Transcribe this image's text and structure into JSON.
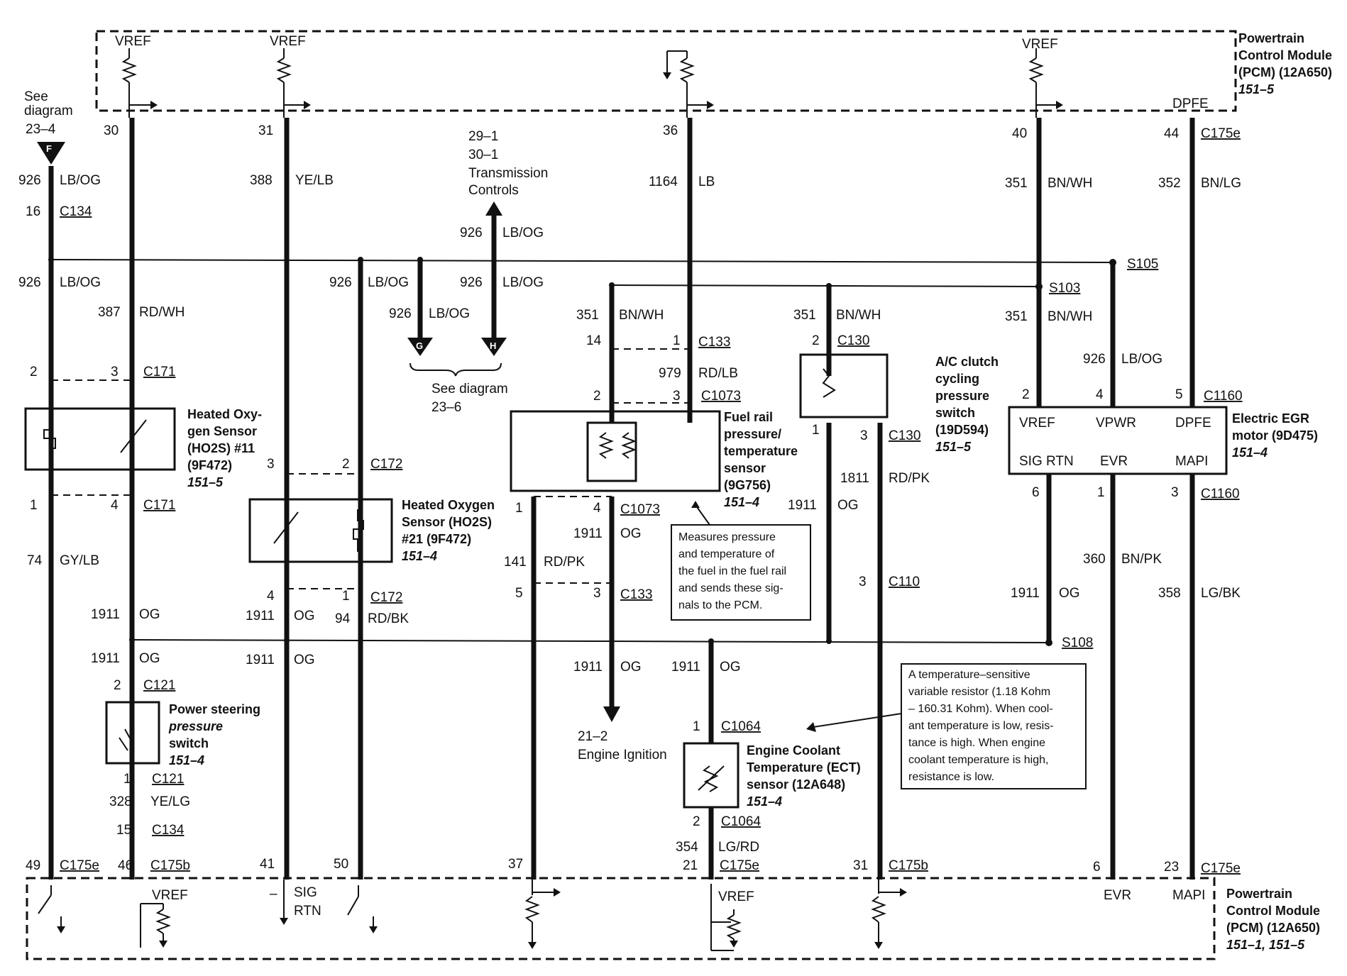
{
  "pcm_top": {
    "title": [
      "Powertrain",
      "Control Module",
      "(PCM) (12A650)"
    ],
    "ref": "151–5",
    "vref": "VREF",
    "dpfe": "DPFE"
  },
  "pcm_bottom": {
    "title": [
      "Powertrain",
      "Control Module",
      "(PCM) (12A650)"
    ],
    "ref": "151–1, 151–5",
    "vref": "VREF",
    "sig": "SIG",
    "rtn": "RTN",
    "dash": "–",
    "evr": "EVR",
    "mapi": "MAPI"
  },
  "see_diagram_f": {
    "lines": [
      "See",
      "diagram",
      "23–4"
    ],
    "letter": "F"
  },
  "transmission_ref": [
    "29–1",
    "30–1",
    "Transmission",
    "Controls"
  ],
  "see_diagram_gh": {
    "lines": [
      "See diagram",
      "23–6"
    ],
    "letters": [
      "G",
      "H"
    ]
  },
  "engine_ignition": [
    "21–2",
    "Engine Ignition"
  ],
  "components": {
    "ho2s11": {
      "lines": [
        "Heated Oxy-",
        "gen Sensor",
        "(HO2S) #11",
        "(9F472)"
      ],
      "ref": "151–5"
    },
    "ho2s21": {
      "lines": [
        "Heated Oxygen",
        "Sensor (HO2S)",
        "#21 (9F472)"
      ],
      "ref": "151–4"
    },
    "ps_switch": {
      "lines": [
        "Power steering",
        "pressure",
        "switch"
      ],
      "ref": "151–4"
    },
    "fuel_rail": {
      "lines": [
        "Fuel rail",
        "pressure/",
        "temperature",
        "sensor",
        "(9G756)"
      ],
      "ref": "151–4"
    },
    "ac_clutch": {
      "lines": [
        "A/C clutch",
        "cycling",
        "pressure",
        "switch",
        "(19D594)"
      ],
      "ref": "151–5"
    },
    "egr": {
      "lines": [
        "Electric EGR",
        "motor (9D475)"
      ],
      "ref": "151–4",
      "pins": [
        "VREF",
        "VPWR",
        "DPFE",
        "SIG RTN",
        "EVR",
        "MAPI"
      ]
    },
    "ect": {
      "lines": [
        "Engine Coolant",
        "Temperature (ECT)",
        "sensor (12A648)"
      ],
      "ref": "151–4"
    }
  },
  "notes": {
    "fuel_rail": [
      "Measures pressure",
      "and temperature of",
      "the fuel in the fuel rail",
      "and sends these sig-",
      "nals to the PCM."
    ],
    "ect": [
      "A temperature–sensitive",
      "variable resistor (1.18 Kohm",
      "– 160.31 Kohm). When cool-",
      "ant temperature is low, resis-",
      "tance is high. When engine",
      "coolant temperature is high,",
      "resistance is low."
    ]
  },
  "splices": [
    "S105",
    "S103",
    "S108"
  ],
  "labels": [
    {
      "t": "30"
    },
    {
      "t": "31"
    },
    {
      "t": "36"
    },
    {
      "t": "40"
    },
    {
      "t": "44"
    },
    {
      "t": "C175e"
    },
    {
      "t": "926"
    },
    {
      "t": "LB/OG"
    },
    {
      "t": "16"
    },
    {
      "t": "C134"
    },
    {
      "t": "388"
    },
    {
      "t": "YE/LB"
    },
    {
      "t": "1164"
    },
    {
      "t": "LB"
    },
    {
      "t": "351"
    },
    {
      "t": "BN/WH"
    },
    {
      "t": "352"
    },
    {
      "t": "BN/LG"
    },
    {
      "t": "926"
    },
    {
      "t": "LB/OG"
    },
    {
      "t": "926"
    },
    {
      "t": "LB/OG"
    },
    {
      "t": "926"
    },
    {
      "t": "LB/OG"
    },
    {
      "t": "926"
    },
    {
      "t": "LB/OG"
    },
    {
      "t": "387"
    },
    {
      "t": "RD/WH"
    },
    {
      "t": "926"
    },
    {
      "t": "LB/OG"
    },
    {
      "t": "351"
    },
    {
      "t": "BN/WH"
    },
    {
      "t": "351"
    },
    {
      "t": "BN/WH"
    },
    {
      "t": "351"
    },
    {
      "t": "BN/WH"
    },
    {
      "t": "14"
    },
    {
      "t": "1"
    },
    {
      "t": "C133"
    },
    {
      "t": "2"
    },
    {
      "t": "C130"
    },
    {
      "t": "926"
    },
    {
      "t": "LB/OG"
    },
    {
      "t": "2"
    },
    {
      "t": "3"
    },
    {
      "t": "C171"
    },
    {
      "t": "979"
    },
    {
      "t": "RD/LB"
    },
    {
      "t": "2"
    },
    {
      "t": "3"
    },
    {
      "t": "C1073"
    },
    {
      "t": "2"
    },
    {
      "t": "4"
    },
    {
      "t": "5"
    },
    {
      "t": "C1160"
    },
    {
      "t": "3"
    },
    {
      "t": "2"
    },
    {
      "t": "C172"
    },
    {
      "t": "1"
    },
    {
      "t": "3"
    },
    {
      "t": "C130"
    },
    {
      "t": "1811"
    },
    {
      "t": "RD/PK"
    },
    {
      "t": "1"
    },
    {
      "t": "4"
    },
    {
      "t": "C171"
    },
    {
      "t": "1"
    },
    {
      "t": "4"
    },
    {
      "t": "C1073"
    },
    {
      "t": "1911"
    },
    {
      "t": "OG"
    },
    {
      "t": "1911"
    },
    {
      "t": "OG"
    },
    {
      "t": "6"
    },
    {
      "t": "1"
    },
    {
      "t": "3"
    },
    {
      "t": "C1160"
    },
    {
      "t": "74"
    },
    {
      "t": "GY/LB"
    },
    {
      "t": "141"
    },
    {
      "t": "RD/PK"
    },
    {
      "t": "360"
    },
    {
      "t": "BN/PK"
    },
    {
      "t": "4"
    },
    {
      "t": "1"
    },
    {
      "t": "C172"
    },
    {
      "t": "5"
    },
    {
      "t": "3"
    },
    {
      "t": "C133"
    },
    {
      "t": "3"
    },
    {
      "t": "C110"
    },
    {
      "t": "1911"
    },
    {
      "t": "OG"
    },
    {
      "t": "1911"
    },
    {
      "t": "OG"
    },
    {
      "t": "94"
    },
    {
      "t": "RD/BK"
    },
    {
      "t": "1911"
    },
    {
      "t": "OG"
    },
    {
      "t": "358"
    },
    {
      "t": "LG/BK"
    },
    {
      "t": "1911"
    },
    {
      "t": "OG"
    },
    {
      "t": "1911"
    },
    {
      "t": "OG"
    },
    {
      "t": "1911"
    },
    {
      "t": "OG"
    },
    {
      "t": "1911"
    },
    {
      "t": "OG"
    },
    {
      "t": "2"
    },
    {
      "t": "C121"
    },
    {
      "t": "1"
    },
    {
      "t": "C1064"
    },
    {
      "t": "1"
    },
    {
      "t": "C121"
    },
    {
      "t": "328"
    },
    {
      "t": "YE/LG"
    },
    {
      "t": "15"
    },
    {
      "t": "C134"
    },
    {
      "t": "2"
    },
    {
      "t": "C1064"
    },
    {
      "t": "354"
    },
    {
      "t": "LG/RD"
    },
    {
      "t": "49"
    },
    {
      "t": "C175e"
    },
    {
      "t": "46"
    },
    {
      "t": "C175b"
    },
    {
      "t": "41"
    },
    {
      "t": "50"
    },
    {
      "t": "37"
    },
    {
      "t": "21"
    },
    {
      "t": "C175e"
    },
    {
      "t": "31"
    },
    {
      "t": "C175b"
    },
    {
      "t": "6"
    },
    {
      "t": "23"
    },
    {
      "t": "C175e"
    }
  ]
}
